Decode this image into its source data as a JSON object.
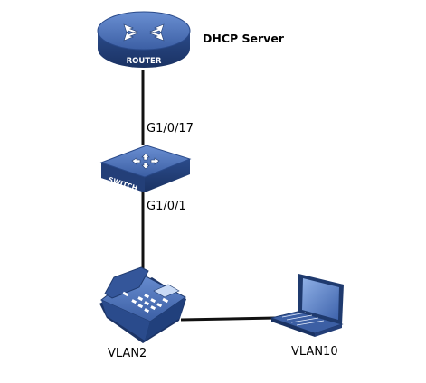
{
  "diagram": {
    "nodes": {
      "router": {
        "device_label": "ROUTER",
        "name": "DHCP Server",
        "icon": "router-icon"
      },
      "switch": {
        "device_label": "SWITCH",
        "icon": "switch-icon"
      },
      "phone": {
        "name": "VLAN2",
        "icon": "ip-phone-icon"
      },
      "laptop": {
        "name": "VLAN10",
        "icon": "laptop-icon"
      }
    },
    "links": [
      {
        "from": "router",
        "to": "switch",
        "port_label": "G1/0/17"
      },
      {
        "from": "switch",
        "to": "phone",
        "port_label": "G1/0/1"
      },
      {
        "from": "phone",
        "to": "laptop",
        "port_label": ""
      }
    ],
    "colors": {
      "device_dark": "#1f3a6e",
      "device_mid": "#3f63a8",
      "device_light": "#5c82c6",
      "link": "#111111"
    }
  }
}
